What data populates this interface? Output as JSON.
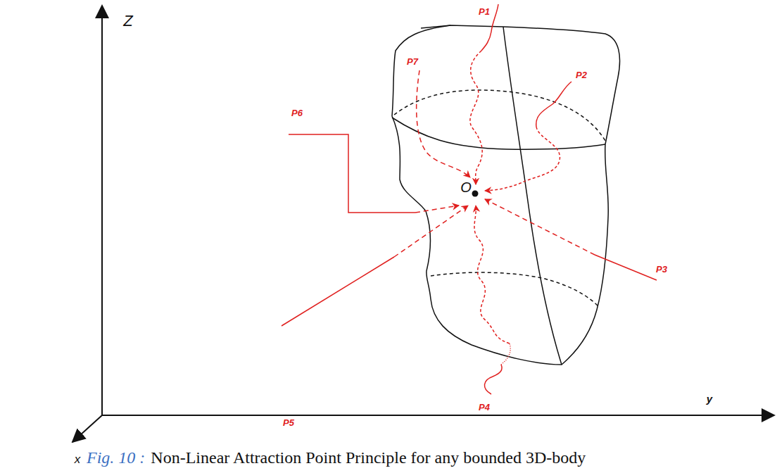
{
  "diagram": {
    "caption": "Non-Linear Attraction Point Principle for any bounded 3D-body",
    "labels": [
      "Z",
      "y",
      "x",
      "Fig. 10 :",
      "O",
      "P1",
      "P2",
      "P3",
      "P4",
      "P5",
      "P6",
      "P7"
    ]
  }
}
